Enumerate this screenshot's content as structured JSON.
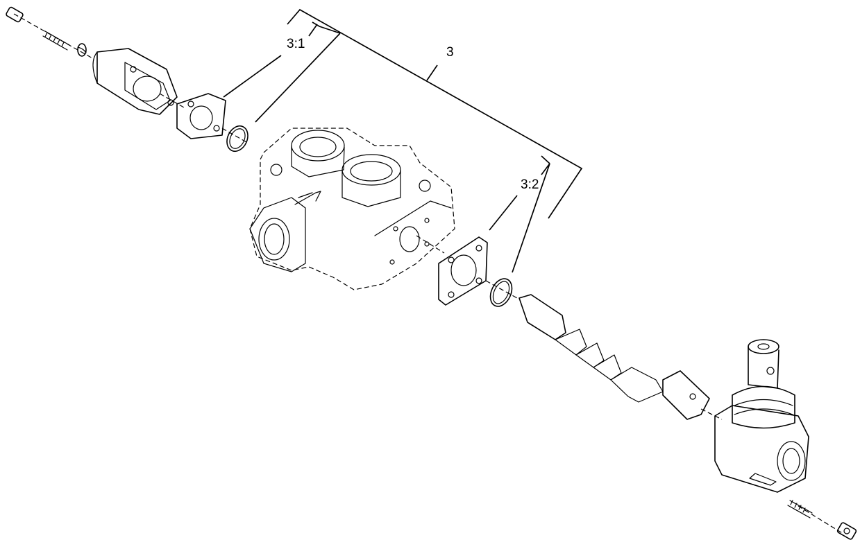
{
  "callouts": {
    "assembly": "3",
    "sub1": "3:1",
    "sub2": "3:2"
  }
}
